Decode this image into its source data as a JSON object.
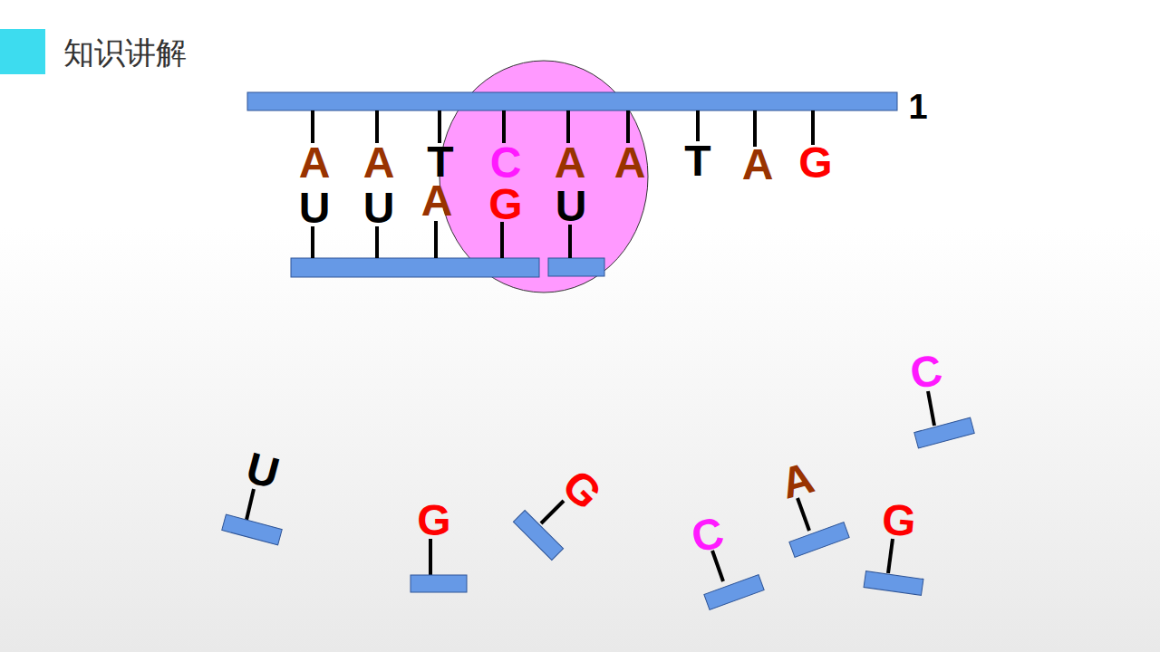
{
  "diagram": {
    "title": "知识讲解",
    "labels": [
      "A",
      "A",
      "T",
      "C",
      "A",
      "A",
      "T",
      "A",
      "G",
      "U",
      "U",
      "A",
      "G",
      "U",
      "1",
      "C",
      "U",
      "A",
      "G",
      "G",
      "G",
      "C"
    ]
  }
}
